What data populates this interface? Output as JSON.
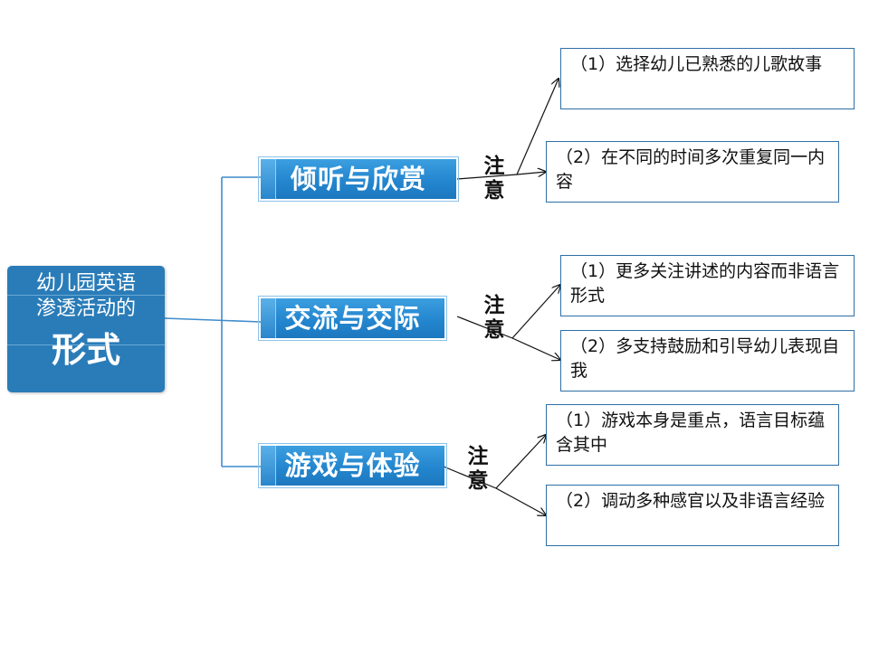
{
  "root": {
    "line1": "幼儿园英语",
    "line2": "渗透活动的",
    "line3": "形式"
  },
  "branches": [
    {
      "label": "倾听与欣赏",
      "note": [
        "注",
        "意"
      ],
      "items": [
        "（1）选择幼儿已熟悉的儿歌故事",
        "（2）在不同的时间多次重复同一内容"
      ]
    },
    {
      "label": "交流与交际",
      "note": [
        "注",
        "意"
      ],
      "items": [
        "（1）更多关注讲述的内容而非语言形式",
        "（2）多支持鼓励和引导幼儿表现自我"
      ]
    },
    {
      "label": "游戏与体验",
      "note": [
        "注",
        "意"
      ],
      "items": [
        "（1）游戏本身是重点，语言目标蕴含其中",
        "（2）调动多种感官以及非语言经验"
      ]
    }
  ],
  "colors": {
    "root_fill": "#2a7cb8",
    "branch_fill": "#2386cf",
    "connector": "#3f8ccc",
    "leaf_border": "#2e6fa6"
  }
}
